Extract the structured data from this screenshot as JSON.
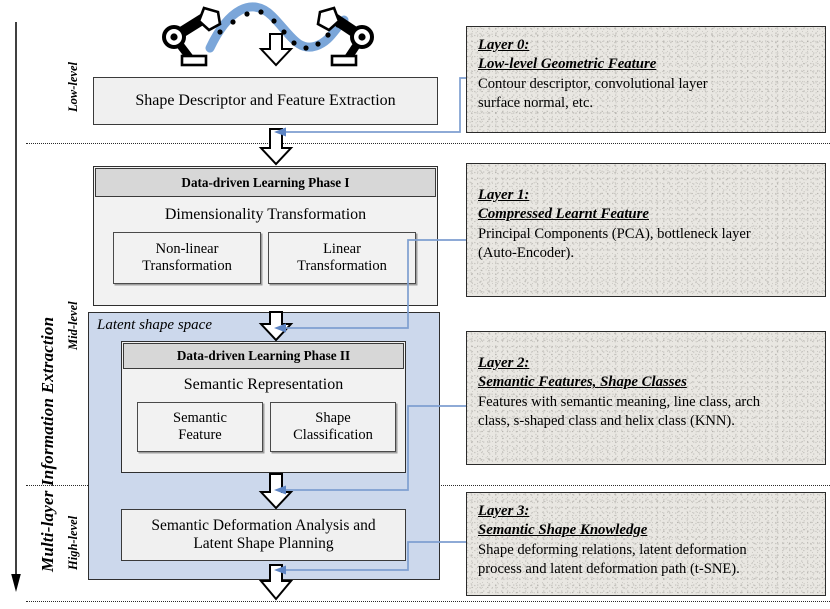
{
  "figure": {
    "axis_label": "Multi-layer Information Extraction",
    "levels": [
      {
        "name": "low",
        "label": "Low-level"
      },
      {
        "name": "mid",
        "label": "Mid-level"
      },
      {
        "name": "high",
        "label": "High-level"
      }
    ]
  },
  "illustration": {
    "name": "dual-robot-arms-manipulating-deformable-linear-object",
    "curve_color": "#7ba6d9",
    "marker_color": "#000000",
    "arm_color": "#000000"
  },
  "pipeline": {
    "low_level_box": "Shape Descriptor and Feature Extraction",
    "phase1": {
      "header": "Data-driven Learning Phase I",
      "subtitle": "Dimensionality Transformation",
      "items": [
        "Non-linear\nTransformation",
        "Linear\nTransformation"
      ]
    },
    "latent_space_caption": "Latent shape space",
    "phase2": {
      "header": "Data-driven Learning Phase II",
      "subtitle": "Semantic Representation",
      "items": [
        "Semantic\nFeature",
        "Shape\nClassification"
      ]
    },
    "high_level_box": "Semantic Deformation Analysis and\nLatent Shape Planning"
  },
  "layers": [
    {
      "id": "layer-0",
      "title_line1": "Layer 0:",
      "title_line2": "Low-level Geometric Feature",
      "body": "Contour descriptor, convolutional layer\n surface normal, etc."
    },
    {
      "id": "layer-1",
      "title_line1": "Layer 1:",
      "title_line2": "Compressed Learnt Feature",
      "body": "Principal Components (PCA), bottleneck layer\n(Auto-Encoder)."
    },
    {
      "id": "layer-2",
      "title_line1": "Layer 2:",
      "title_line2": "Semantic Features, Shape Classes",
      "body": "Features with semantic meaning, line class, arch\nclass, s-shaped class and helix class (KNN)."
    },
    {
      "id": "layer-3",
      "title_line1": "Layer 3:",
      "title_line2": "Semantic Shape Knowledge",
      "body": "Shape deforming relations,  latent deformation\nprocess and latent deformation path (t-SNE)."
    }
  ],
  "colors": {
    "latent_panel": "#ccd8ec",
    "connector": "#7e9fd0",
    "header_fill": "#d7d7d7",
    "box_fill": "#f0f0f0",
    "panel_fill": "#e9e7e2"
  }
}
